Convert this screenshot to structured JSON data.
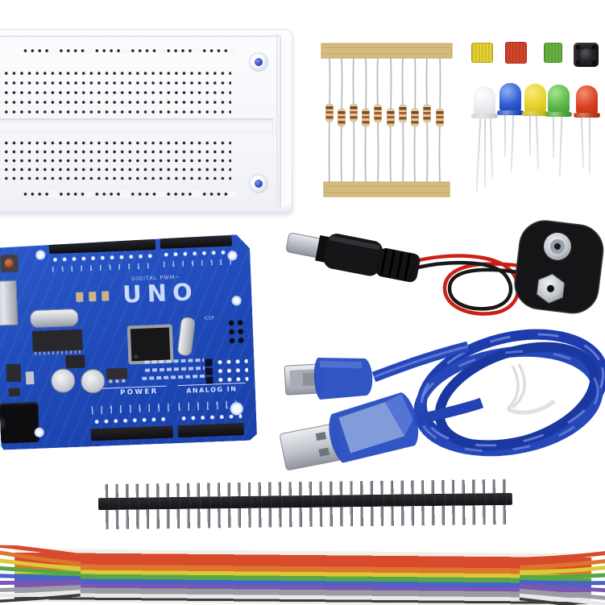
{
  "photo": {
    "title": "Arduino UNO starter kit components",
    "background_color": "#ffffff"
  },
  "board": {
    "label_digital": "DIGITAL PWM~",
    "label_uno": "UNO",
    "label_power": "POWER",
    "label_analog_in": "ANALOG IN",
    "label_icsp": "ICSP",
    "pcb_color": "#2150bd"
  },
  "components": {
    "breadboard": {
      "type": "mini solderless breadboard",
      "body_color": "#f7f8fb",
      "screw_color": "#3a58c8"
    },
    "resistor_strip": {
      "count": 10,
      "tape_color": "#d6bc80",
      "body_color": "#e2cb9e"
    },
    "button_caps": {
      "colors": [
        "#e8d231",
        "#d54529",
        "#67b440"
      ]
    },
    "tactile_switch": {
      "color": "#232326"
    },
    "leds": {
      "count": 5,
      "colors": [
        "#ececef",
        "#2f5cd4",
        "#e6d22c",
        "#5cb848",
        "#d8401f"
      ]
    },
    "battery_clip_cable": {
      "wire_colors": [
        "#cc2016",
        "#181818"
      ],
      "clip_color": "#151517"
    },
    "usb_cable": {
      "color": "#2342b4"
    },
    "pin_header": {
      "pins": 40,
      "color": "#1c1c1f"
    },
    "ribbon_cable": {
      "colors": [
        "#d84a2c",
        "#df7430",
        "#dcc934",
        "#55a848",
        "#4a63c6",
        "#7a57b2",
        "#9b9ba3",
        "#e9e9eb",
        "#3c3c3e"
      ]
    }
  }
}
